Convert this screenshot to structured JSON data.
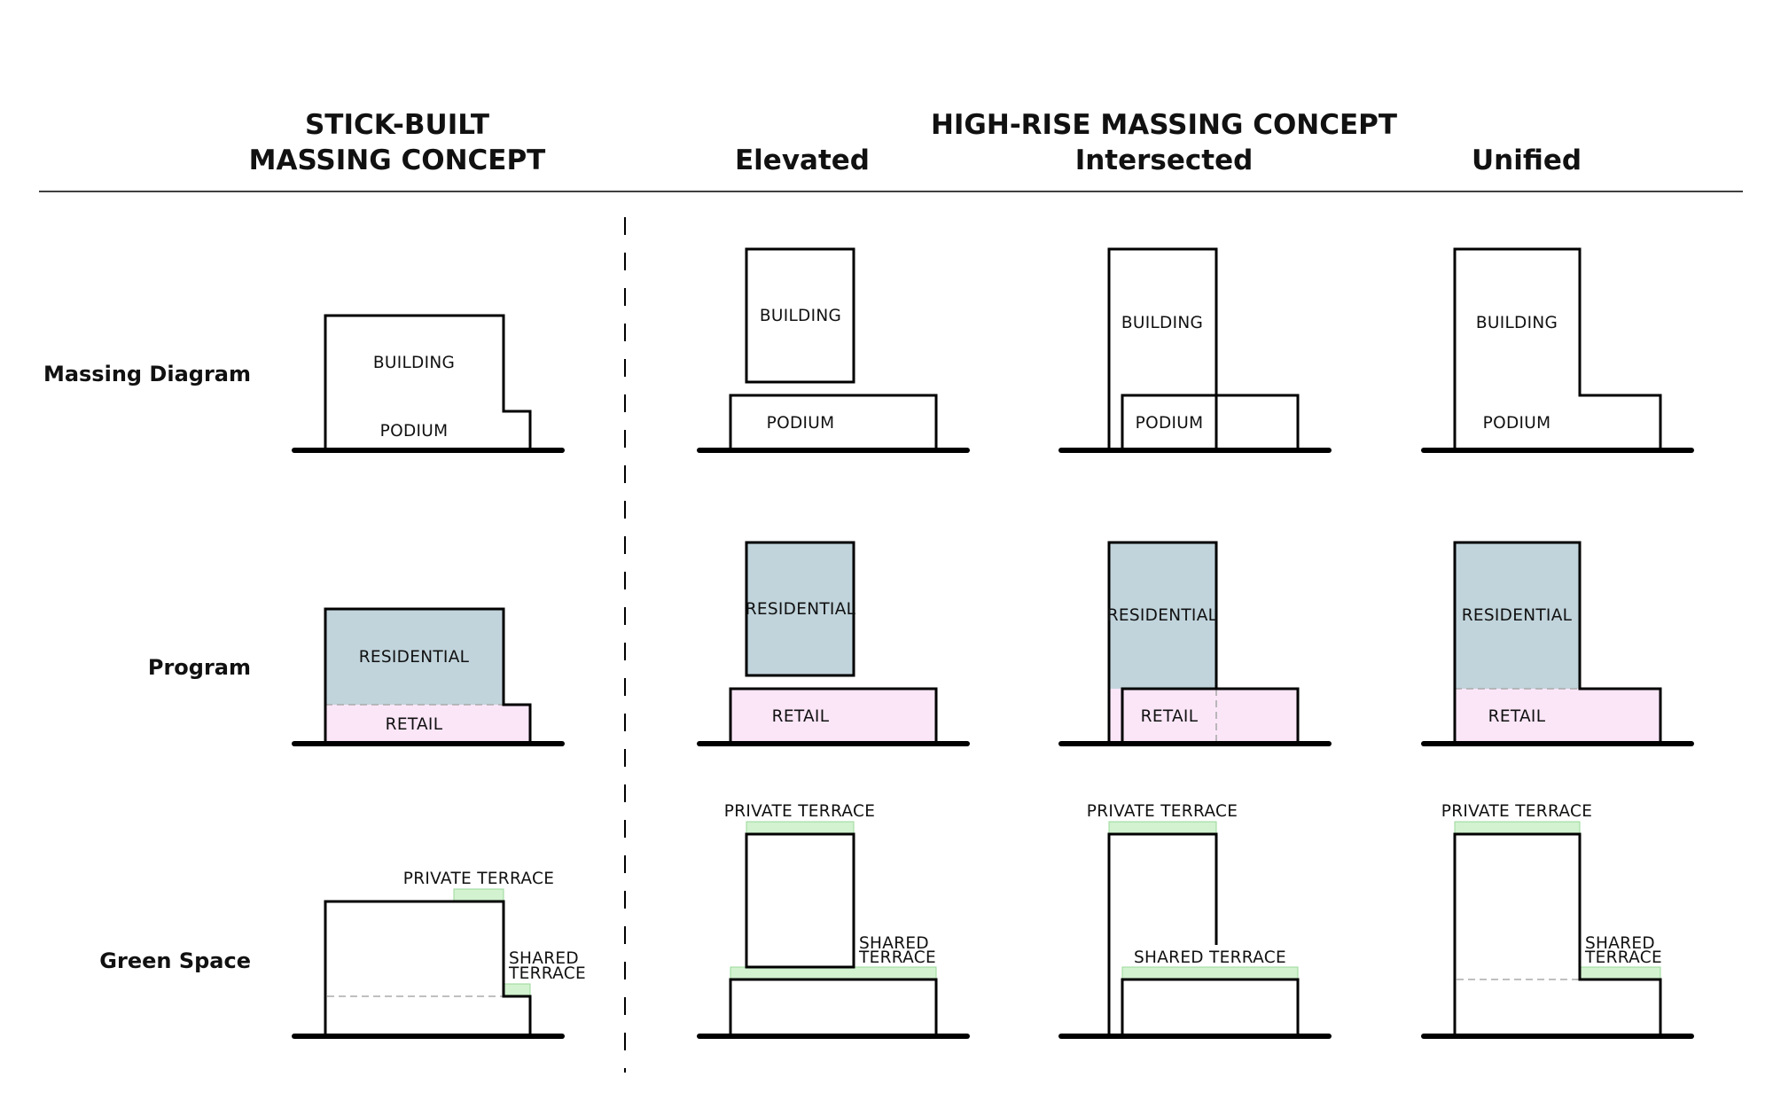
{
  "headers": {
    "stick_built_line1": "STICK-BUILT",
    "stick_built_line2": "MASSING CONCEPT",
    "high_rise": "HIGH-RISE MASSING CONCEPT",
    "elevated": "Elevated",
    "intersected": "Intersected",
    "unified": "Unified"
  },
  "rows": {
    "massing": "Massing Diagram",
    "program": "Program",
    "green": "Green Space"
  },
  "labels": {
    "building": "BUILDING",
    "podium": "PODIUM",
    "residential": "RESIDENTIAL",
    "retail": "RETAIL",
    "private_terrace": "PRIVATE TERRACE",
    "shared_line1": "SHARED",
    "shared_line2": "TERRACE",
    "shared_terrace": "SHARED TERRACE"
  },
  "colors": {
    "residential": "#c1d4dc",
    "retail": "#fbe6f8",
    "terrace": "#d2f2d0"
  }
}
